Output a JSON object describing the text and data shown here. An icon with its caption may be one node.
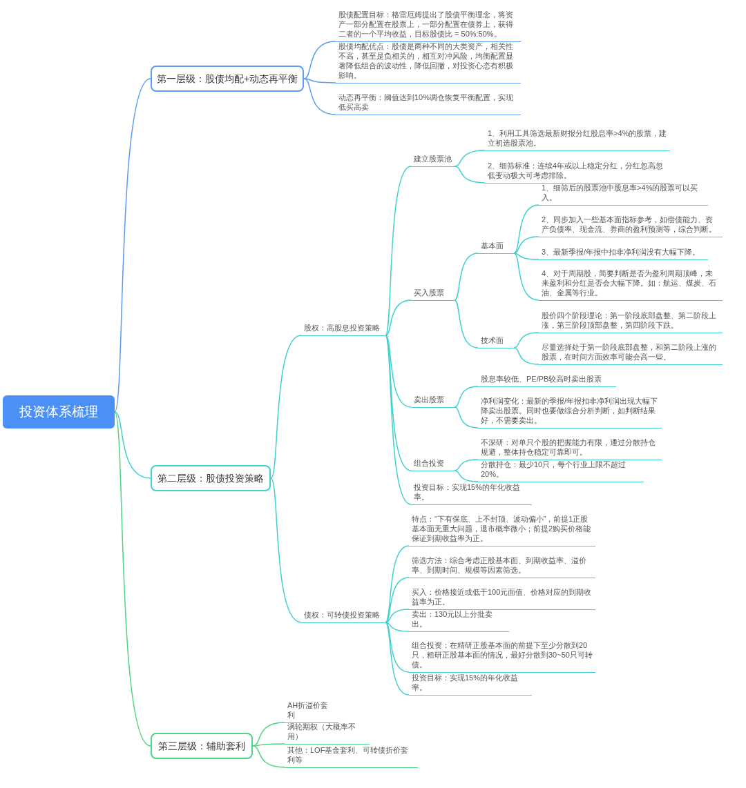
{
  "diagram": {
    "nodes": [
      {
        "text": [
          "投资体系梳理"
        ]
      },
      {
        "text": [
          "第一层级：股债均配+动态再平衡"
        ]
      },
      {
        "text": [
          "股债配置目标：格雷厄姆提出了股债平衡理念，将资产一部分配置在股票上，一部分配置在债券上，获得二者的一个平均收益，目标股债比 = 50%:50%。"
        ]
      },
      {
        "text": [
          "股债均配优点：股债是两种不同的大类资产，相关性不高，甚至是负相关的，相互对冲风险，均衡配置显著降低组合的波动性，降低回撤，对投资心态有积极影响。"
        ]
      },
      {
        "text": [
          "动态再平衡：阈值达到10%调仓恢复平衡配置，实现低买高卖"
        ]
      },
      {
        "text": [
          "第二层级：股债投资策略"
        ]
      },
      {
        "text": [
          "股权：高股息投资策略"
        ]
      },
      {
        "text": [
          "建立股票池"
        ]
      },
      {
        "text": [
          "1、利用工具筛选最新财报分红股息率>4%的股票，建立初选股票池。"
        ]
      },
      {
        "text": [
          "2、细筛标准：连续4年或以上稳定分红，分红忽高忽低变动极大可考虑排除。"
        ]
      },
      {
        "text": [
          "买入股票"
        ]
      },
      {
        "text": [
          "基本面"
        ]
      },
      {
        "text": [
          "1、细筛后的股票池中股息率>4%的股票可以买入。"
        ]
      },
      {
        "text": [
          "2、同步加入一些基本面指标参考，如偿债能力、资产负债率、现金流、券商的盈利预测等，综合判断。"
        ]
      },
      {
        "text": [
          "3、最新季报/年报中扣非净利润没有大幅下降。"
        ]
      },
      {
        "text": [
          "4、对于周期股，简要判断是否为盈利周期顶峰，未来盈利和分红是否会大幅下降。如：航运、煤炭、石油、金属等行业。"
        ]
      },
      {
        "text": [
          "技术面"
        ]
      },
      {
        "text": [
          "股价四个阶段理论：第一阶段底部盘整、第二阶段上涨，第三阶段顶部盘整，第四阶段下跌。"
        ]
      },
      {
        "text": [
          "尽量选择处于第一阶段底部盘整，和第二阶段上涨的股票，在时间方面效率可能会高一些。"
        ]
      },
      {
        "text": [
          "卖出股票"
        ]
      },
      {
        "text": [
          "股息率较低、PE/PB较高时卖出股票"
        ]
      },
      {
        "text": [
          "净利润变化：最新的季报/年报扣非净利润出现大幅下降卖出股票。同时也要做综合分析判断，如判断结果好，不需要卖出。"
        ]
      },
      {
        "text": [
          "组合投资"
        ]
      },
      {
        "text": [
          "不深研：对单只个股的把握能力有限，通过分散持仓规避，整体持仓稳定可靠即可。"
        ]
      },
      {
        "text": [
          "分散持仓：最少10只，每个行业上限不超过20%。"
        ]
      },
      {
        "text": [
          "投资目标：实现15%的年化收益率。"
        ]
      },
      {
        "text": [
          "债权：可转债投资策略"
        ]
      },
      {
        "text": [
          "特点：“下有保底、上不封顶、波动偏小”，前提1正股基本面无重大问题，退市概率微小；前提2购买价格能保证到期收益率为正。"
        ]
      },
      {
        "text": [
          "筛选方法：综合考虑正股基本面、到期收益率、溢价率、到期时间、规模等因素筛选。"
        ]
      },
      {
        "text": [
          "买入：价格接近或低于100元面值、价格对应的到期收益率为正。"
        ]
      },
      {
        "text": [
          "卖出：130元以上分批卖出。"
        ]
      },
      {
        "text": [
          "组合投资：在精研正股基本面的前提下至少分散到20只，粗研正股基本面的情况，最好分散到30~50只可转债。"
        ]
      },
      {
        "text": [
          "投资目标：实现15%的年化收益率。"
        ]
      },
      {
        "text": [
          "第三层级：辅助套利"
        ]
      },
      {
        "text": [
          "AH折溢价套利"
        ]
      },
      {
        "text": [
          "涡轮期权（大概率不用）"
        ]
      },
      {
        "text": [
          "其他：LOF基金套利、可转债折价套利等"
        ]
      }
    ],
    "edges": [
      {
        "from": 0,
        "to": 1,
        "arrow": "none",
        "color": "#5b9bf0"
      },
      {
        "from": 1,
        "to": 2,
        "arrow": "none",
        "color": "#5b9bf0"
      },
      {
        "from": 1,
        "to": 3,
        "arrow": "none",
        "color": "#5b9bf0"
      },
      {
        "from": 1,
        "to": 4,
        "arrow": "none",
        "color": "#5b9bf0"
      },
      {
        "from": 0,
        "to": 5,
        "arrow": "none"
      },
      {
        "from": 5,
        "to": 6,
        "arrow": "none"
      },
      {
        "from": 6,
        "to": 7,
        "arrow": "none"
      },
      {
        "from": 7,
        "to": 8,
        "arrow": "none"
      },
      {
        "from": 7,
        "to": 9,
        "arrow": "none"
      },
      {
        "from": 6,
        "to": 10,
        "arrow": "none"
      },
      {
        "from": 10,
        "to": 11,
        "arrow": "none"
      },
      {
        "from": 11,
        "to": 12,
        "arrow": "none"
      },
      {
        "from": 11,
        "to": 13,
        "arrow": "none"
      },
      {
        "from": 11,
        "to": 14,
        "arrow": "none"
      },
      {
        "from": 11,
        "to": 15,
        "arrow": "none"
      },
      {
        "from": 10,
        "to": 16,
        "arrow": "none"
      },
      {
        "from": 16,
        "to": 17,
        "arrow": "none"
      },
      {
        "from": 16,
        "to": 18,
        "arrow": "none"
      },
      {
        "from": 6,
        "to": 19,
        "arrow": "none"
      },
      {
        "from": 19,
        "to": 20,
        "arrow": "none"
      },
      {
        "from": 19,
        "to": 21,
        "arrow": "none"
      },
      {
        "from": 6,
        "to": 22,
        "arrow": "none"
      },
      {
        "from": 22,
        "to": 23,
        "arrow": "none"
      },
      {
        "from": 22,
        "to": 24,
        "arrow": "none"
      },
      {
        "from": 6,
        "to": 25,
        "arrow": "none"
      },
      {
        "from": 5,
        "to": 26,
        "arrow": "none"
      },
      {
        "from": 26,
        "to": 27,
        "arrow": "none"
      },
      {
        "from": 26,
        "to": 28,
        "arrow": "none"
      },
      {
        "from": 26,
        "to": 29,
        "arrow": "none"
      },
      {
        "from": 26,
        "to": 30,
        "arrow": "none"
      },
      {
        "from": 26,
        "to": 31,
        "arrow": "none"
      },
      {
        "from": 26,
        "to": 32,
        "arrow": "none"
      },
      {
        "from": 0,
        "to": 33,
        "arrow": "none",
        "color": "#4cd584"
      },
      {
        "from": 33,
        "to": 34,
        "arrow": "none",
        "color": "#4cd584"
      },
      {
        "from": 33,
        "to": 35,
        "arrow": "none",
        "color": "#4cd584"
      },
      {
        "from": 33,
        "to": 36,
        "arrow": "none",
        "color": "#4cd584"
      }
    ]
  }
}
